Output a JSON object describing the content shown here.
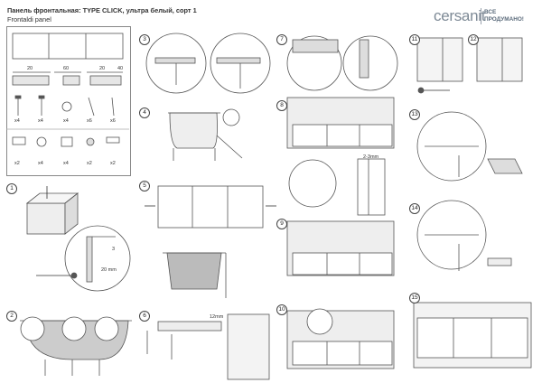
{
  "header": {
    "title_line1": "Панель фронтальная: TYPE CLICK, ультра белый, сорт 1",
    "title_line2": "Frontaldi panel"
  },
  "brand": {
    "name": "cersanit",
    "tagline_line1": "ВСЕ",
    "tagline_line2": "ПРОДУМАНО!",
    "color": "#7e8a96"
  },
  "parts": {
    "row1_qty": [
      "x4",
      "x4",
      "x4",
      "x6",
      "x6"
    ],
    "row2_qty": [
      "x2",
      "x4",
      "x4",
      "x2",
      "x2"
    ],
    "dims": [
      "20",
      "60",
      "20",
      "40"
    ]
  },
  "steps": [
    {
      "num": "1"
    },
    {
      "num": "2"
    },
    {
      "num": "3"
    },
    {
      "num": "4"
    },
    {
      "num": "5"
    },
    {
      "num": "6"
    },
    {
      "num": "7"
    },
    {
      "num": "8"
    },
    {
      "num": "9"
    },
    {
      "num": "10"
    },
    {
      "num": "11"
    },
    {
      "num": "12"
    },
    {
      "num": "13"
    },
    {
      "num": "14"
    },
    {
      "num": "15"
    }
  ],
  "annotations": {
    "gap_label": "2-3mm",
    "height_label": "3",
    "dim_20mm": "20 mm",
    "dim_12mm": "12mm"
  }
}
